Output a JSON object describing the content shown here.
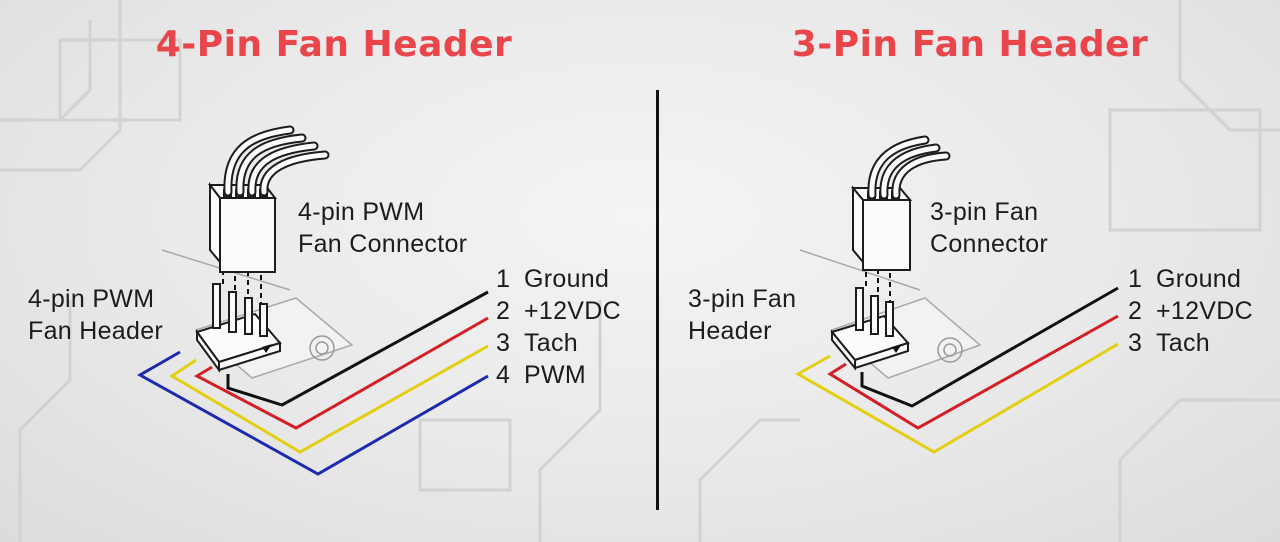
{
  "colors": {
    "accent": "#e8464b",
    "ground_wire": "#111111",
    "power_wire": "#d41f26",
    "tach_wire": "#e3cf12",
    "pwm_wire": "#1d2bb0",
    "divider": "#111111"
  },
  "left": {
    "title": "4-Pin Fan Header",
    "connector_label": [
      "4-pin PWM",
      "Fan Connector"
    ],
    "header_label": [
      "4-pin PWM",
      "Fan Header"
    ],
    "pins": [
      {
        "num": "1",
        "name": "Ground"
      },
      {
        "num": "2",
        "name": "+12VDC"
      },
      {
        "num": "3",
        "name": "Tach"
      },
      {
        "num": "4",
        "name": "PWM"
      }
    ]
  },
  "right": {
    "title": "3-Pin Fan Header",
    "connector_label": [
      "3-pin Fan",
      "Connector"
    ],
    "header_label": [
      "3-pin Fan",
      "Header"
    ],
    "pins": [
      {
        "num": "1",
        "name": "Ground"
      },
      {
        "num": "2",
        "name": "+12VDC"
      },
      {
        "num": "3",
        "name": "Tach"
      }
    ]
  }
}
